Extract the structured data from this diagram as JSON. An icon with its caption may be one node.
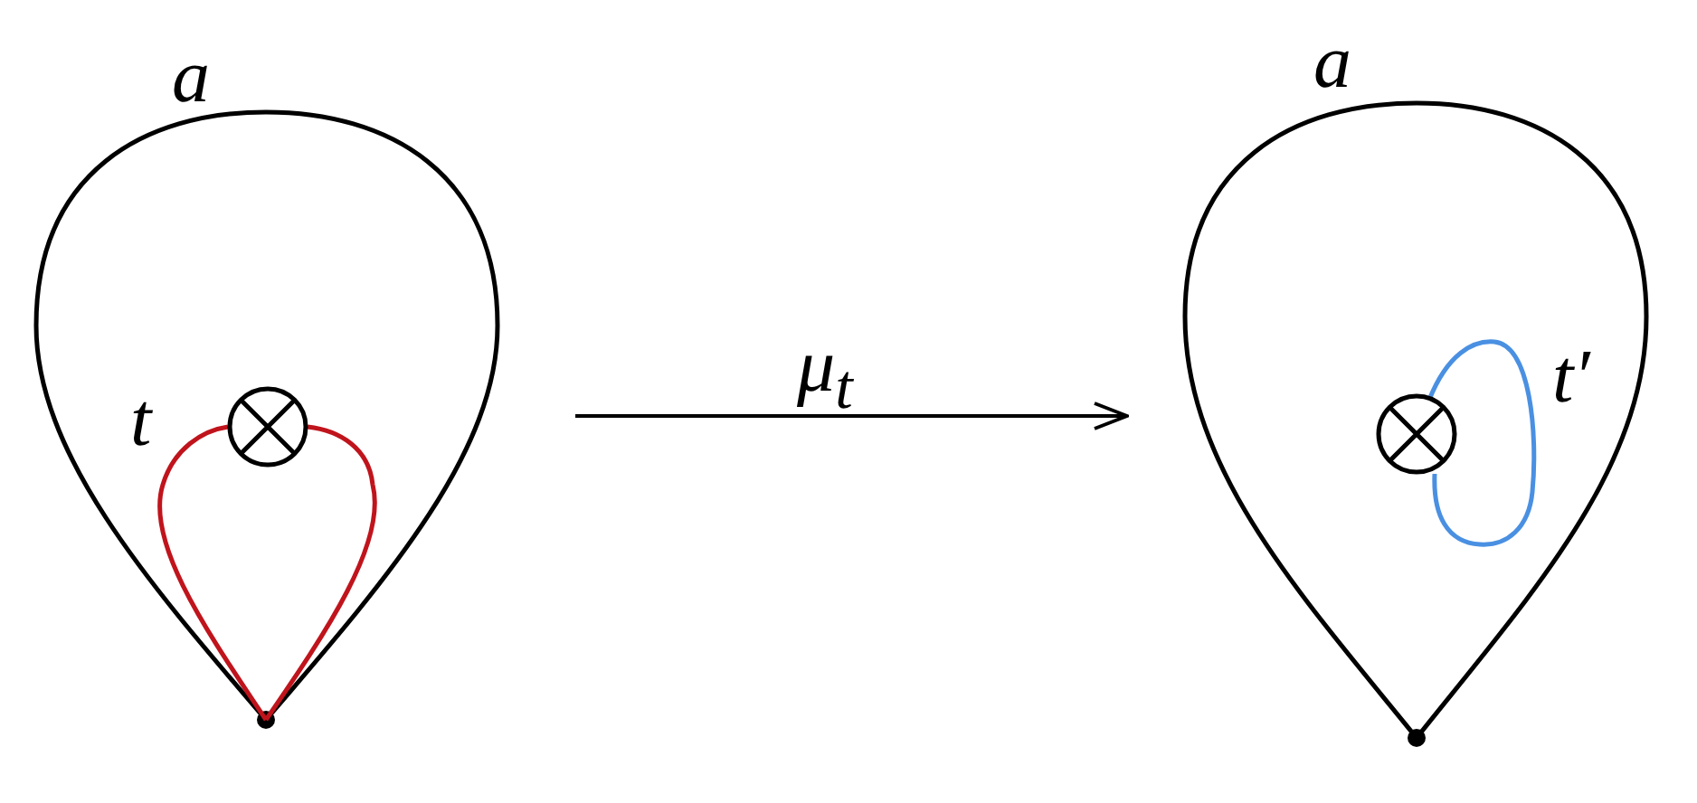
{
  "diagram": {
    "nodes": [
      {
        "text": [
          "a"
        ]
      },
      {
        "text": [
          "a"
        ]
      }
    ],
    "edges": [
      {
        "from": 0,
        "to": 1,
        "arrow": "to",
        "label": "μ$_{t}$"
      }
    ],
    "labels": [
      "t",
      "t′"
    ]
  }
}
